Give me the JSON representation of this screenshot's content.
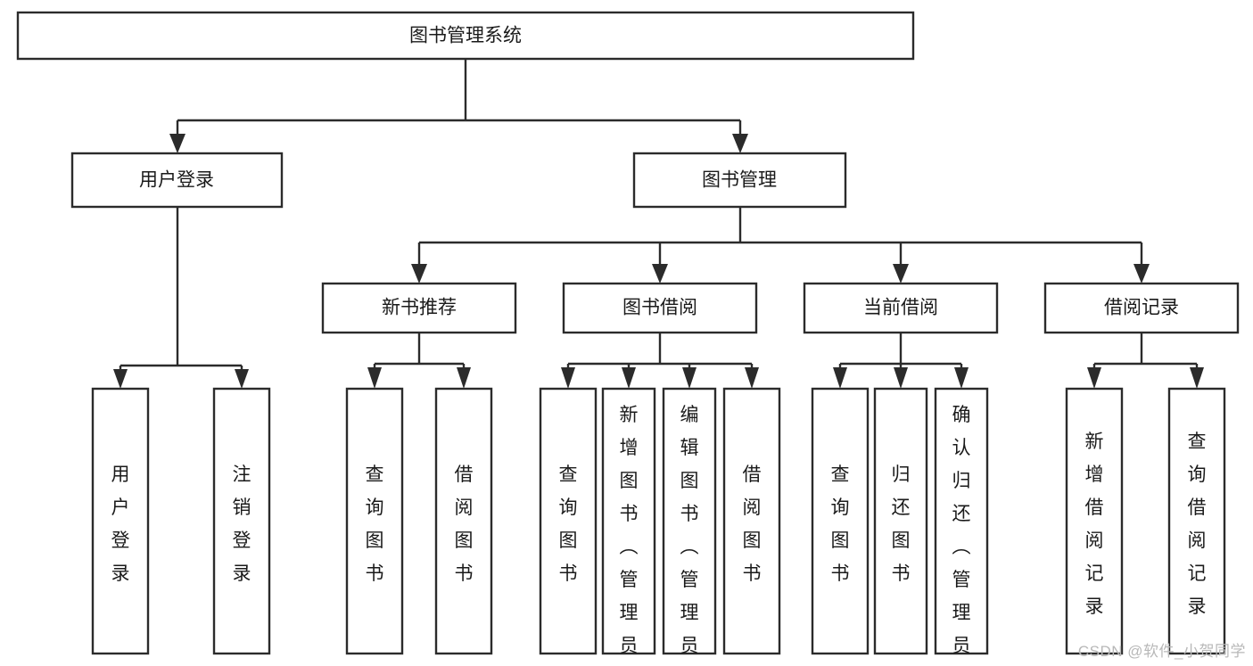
{
  "diagram": {
    "title": "图书管理系统",
    "type": "tree",
    "watermark": "CSDN @软件_小贺同学",
    "colors": {
      "stroke": "#2b2b2b",
      "fill": "#ffffff",
      "text": "#1a1a1a",
      "watermark": "#b8b8b8"
    },
    "root": {
      "id": "root",
      "label": "图书管理系统"
    },
    "level2": [
      {
        "id": "user-login",
        "label": "用户登录"
      },
      {
        "id": "book-manage",
        "label": "图书管理"
      }
    ],
    "level3": [
      {
        "id": "new-book-rec",
        "label": "新书推荐",
        "parent": "book-manage"
      },
      {
        "id": "book-borrow",
        "label": "图书借阅",
        "parent": "book-manage"
      },
      {
        "id": "current-borrow",
        "label": "当前借阅",
        "parent": "book-manage"
      },
      {
        "id": "borrow-record",
        "label": "借阅记录",
        "parent": "book-manage"
      }
    ],
    "leaves": {
      "user-login": [
        {
          "id": "leaf-user-login",
          "label": "用户登录"
        },
        {
          "id": "leaf-logout",
          "label": "注销登录"
        }
      ],
      "new-book-rec": [
        {
          "id": "leaf-query-book-1",
          "label": "查询图书"
        },
        {
          "id": "leaf-borrow-book-1",
          "label": "借阅图书"
        }
      ],
      "book-borrow": [
        {
          "id": "leaf-query-book-2",
          "label": "查询图书"
        },
        {
          "id": "leaf-add-book",
          "label": "新增图书（管理员）"
        },
        {
          "id": "leaf-edit-book",
          "label": "编辑图书（管理员）"
        },
        {
          "id": "leaf-borrow-book-2",
          "label": "借阅图书"
        }
      ],
      "current-borrow": [
        {
          "id": "leaf-query-book-3",
          "label": "查询图书"
        },
        {
          "id": "leaf-return-book",
          "label": "归还图书"
        },
        {
          "id": "leaf-confirm-return",
          "label": "确认归还（管理员）"
        }
      ],
      "borrow-record": [
        {
          "id": "leaf-add-record",
          "label": "新增借阅记录"
        },
        {
          "id": "leaf-query-record",
          "label": "查询借阅记录"
        }
      ]
    }
  }
}
